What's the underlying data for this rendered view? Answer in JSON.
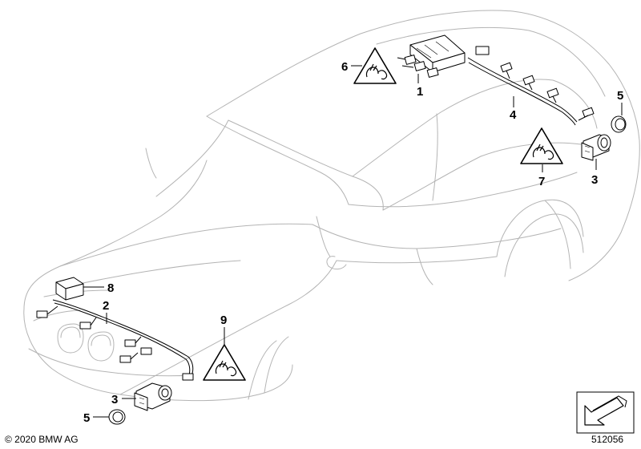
{
  "callouts": {
    "c1": "1",
    "c2": "2",
    "c3_rear": "3",
    "c3_front": "3",
    "c4": "4",
    "c5_rear": "5",
    "c5_front": "5",
    "c6": "6",
    "c7": "7",
    "c8": "8",
    "c9": "9"
  },
  "footer": {
    "copyright": "© 2020 BMW AG",
    "drawing_number": "512056"
  },
  "colors": {
    "car_outline": "#b4b4b4",
    "part_line": "#000000"
  }
}
